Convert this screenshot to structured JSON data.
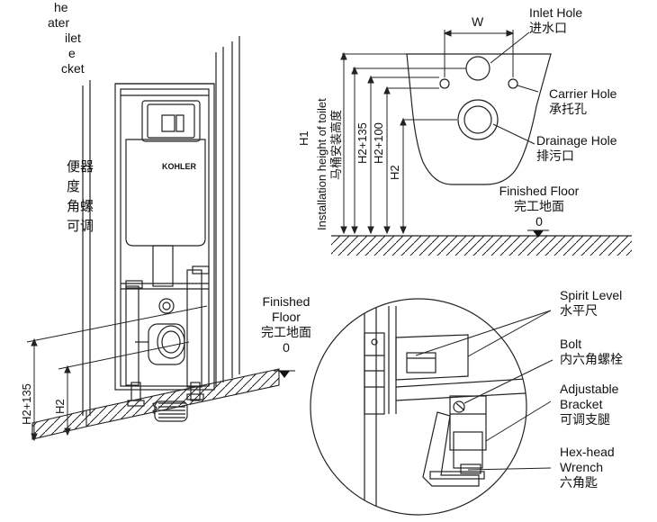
{
  "left_cut_text": {
    "en": [
      "he",
      "ater",
      "ilet",
      "e",
      "cket"
    ],
    "cn": [
      "便器",
      "度",
      "角螺",
      "可调"
    ]
  },
  "brand": "KOHLER",
  "left_figure": {
    "finished_floor": [
      "Finished",
      "Floor",
      "完工地面"
    ],
    "zero": "0",
    "dim_h2_135": "H2+135",
    "dim_h2": "H2"
  },
  "top_figure": {
    "w": "W",
    "inlet": [
      "Inlet Hole",
      "进水口"
    ],
    "carrier": [
      "Carrier Hole",
      "承托孔"
    ],
    "drainage": [
      "Drainage Hole",
      "排污口"
    ],
    "finished_floor": [
      "Finished Floor",
      "完工地面"
    ],
    "zero": "0",
    "h1": "H1",
    "install_en": "Installation height of toilet",
    "install_cn": "马桶安装高度",
    "dim_h2_135": "H2+135",
    "dim_h2_100": "H2+100",
    "dim_h2": "H2"
  },
  "detail": {
    "spirit": [
      "Spirit Level",
      "水平尺"
    ],
    "bolt": [
      "Bolt",
      "内六角螺栓"
    ],
    "bracket": [
      "Adjustable",
      "Bracket",
      "可调支腿"
    ],
    "wrench": [
      "Hex-head",
      "Wrench",
      "六角匙"
    ]
  }
}
